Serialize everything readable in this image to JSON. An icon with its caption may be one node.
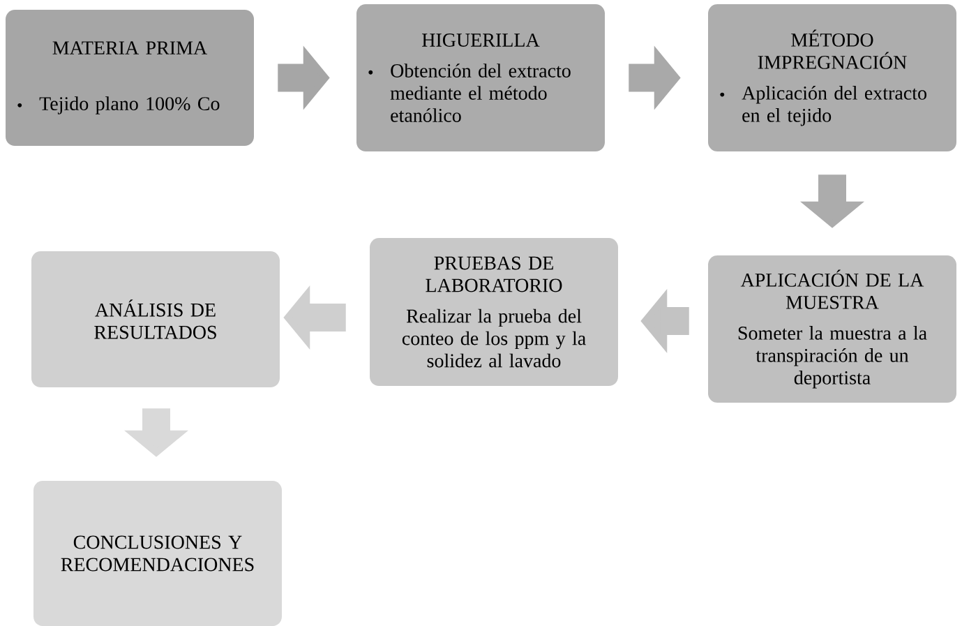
{
  "diagram": {
    "nodes": [
      {
        "text": [
          "MATERIA PRIMA",
          "Tejido plano 100% Co"
        ]
      },
      {
        "text": [
          "HIGUERILLA",
          "Obtención del extracto mediante el método etanólico"
        ]
      },
      {
        "text": [
          "MÉTODO IMPREGNACIÓN",
          "Aplicación del extracto en el tejido"
        ]
      },
      {
        "text": [
          "APLICACIÓN DE LA MUESTRA",
          "Someter la muestra a la transpiración de  un deportista"
        ]
      },
      {
        "text": [
          "PRUEBAS DE LABORATORIO",
          "Realizar la prueba del conteo de los ppm y la solidez al lavado"
        ]
      },
      {
        "text": [
          "ANÁLISIS DE RESULTADOS"
        ]
      },
      {
        "text": [
          "CONCLUSIONES Y RECOMENDACIONES"
        ]
      }
    ],
    "edges": [
      {
        "from": 0,
        "to": 1,
        "arrow": "to",
        "color": "#a6a6a6"
      },
      {
        "from": 1,
        "to": 2,
        "arrow": "to",
        "color": "#a9a9a9"
      },
      {
        "from": 2,
        "to": 3,
        "arrow": "to",
        "color": "#acacac"
      },
      {
        "from": 3,
        "to": 4,
        "arrow": "to",
        "color": "#c3c3c3"
      },
      {
        "from": 4,
        "to": 5,
        "arrow": "to",
        "color": "#cfcfcf"
      },
      {
        "from": 5,
        "to": 6,
        "arrow": "to",
        "color": "#d9d9d9"
      }
    ]
  }
}
